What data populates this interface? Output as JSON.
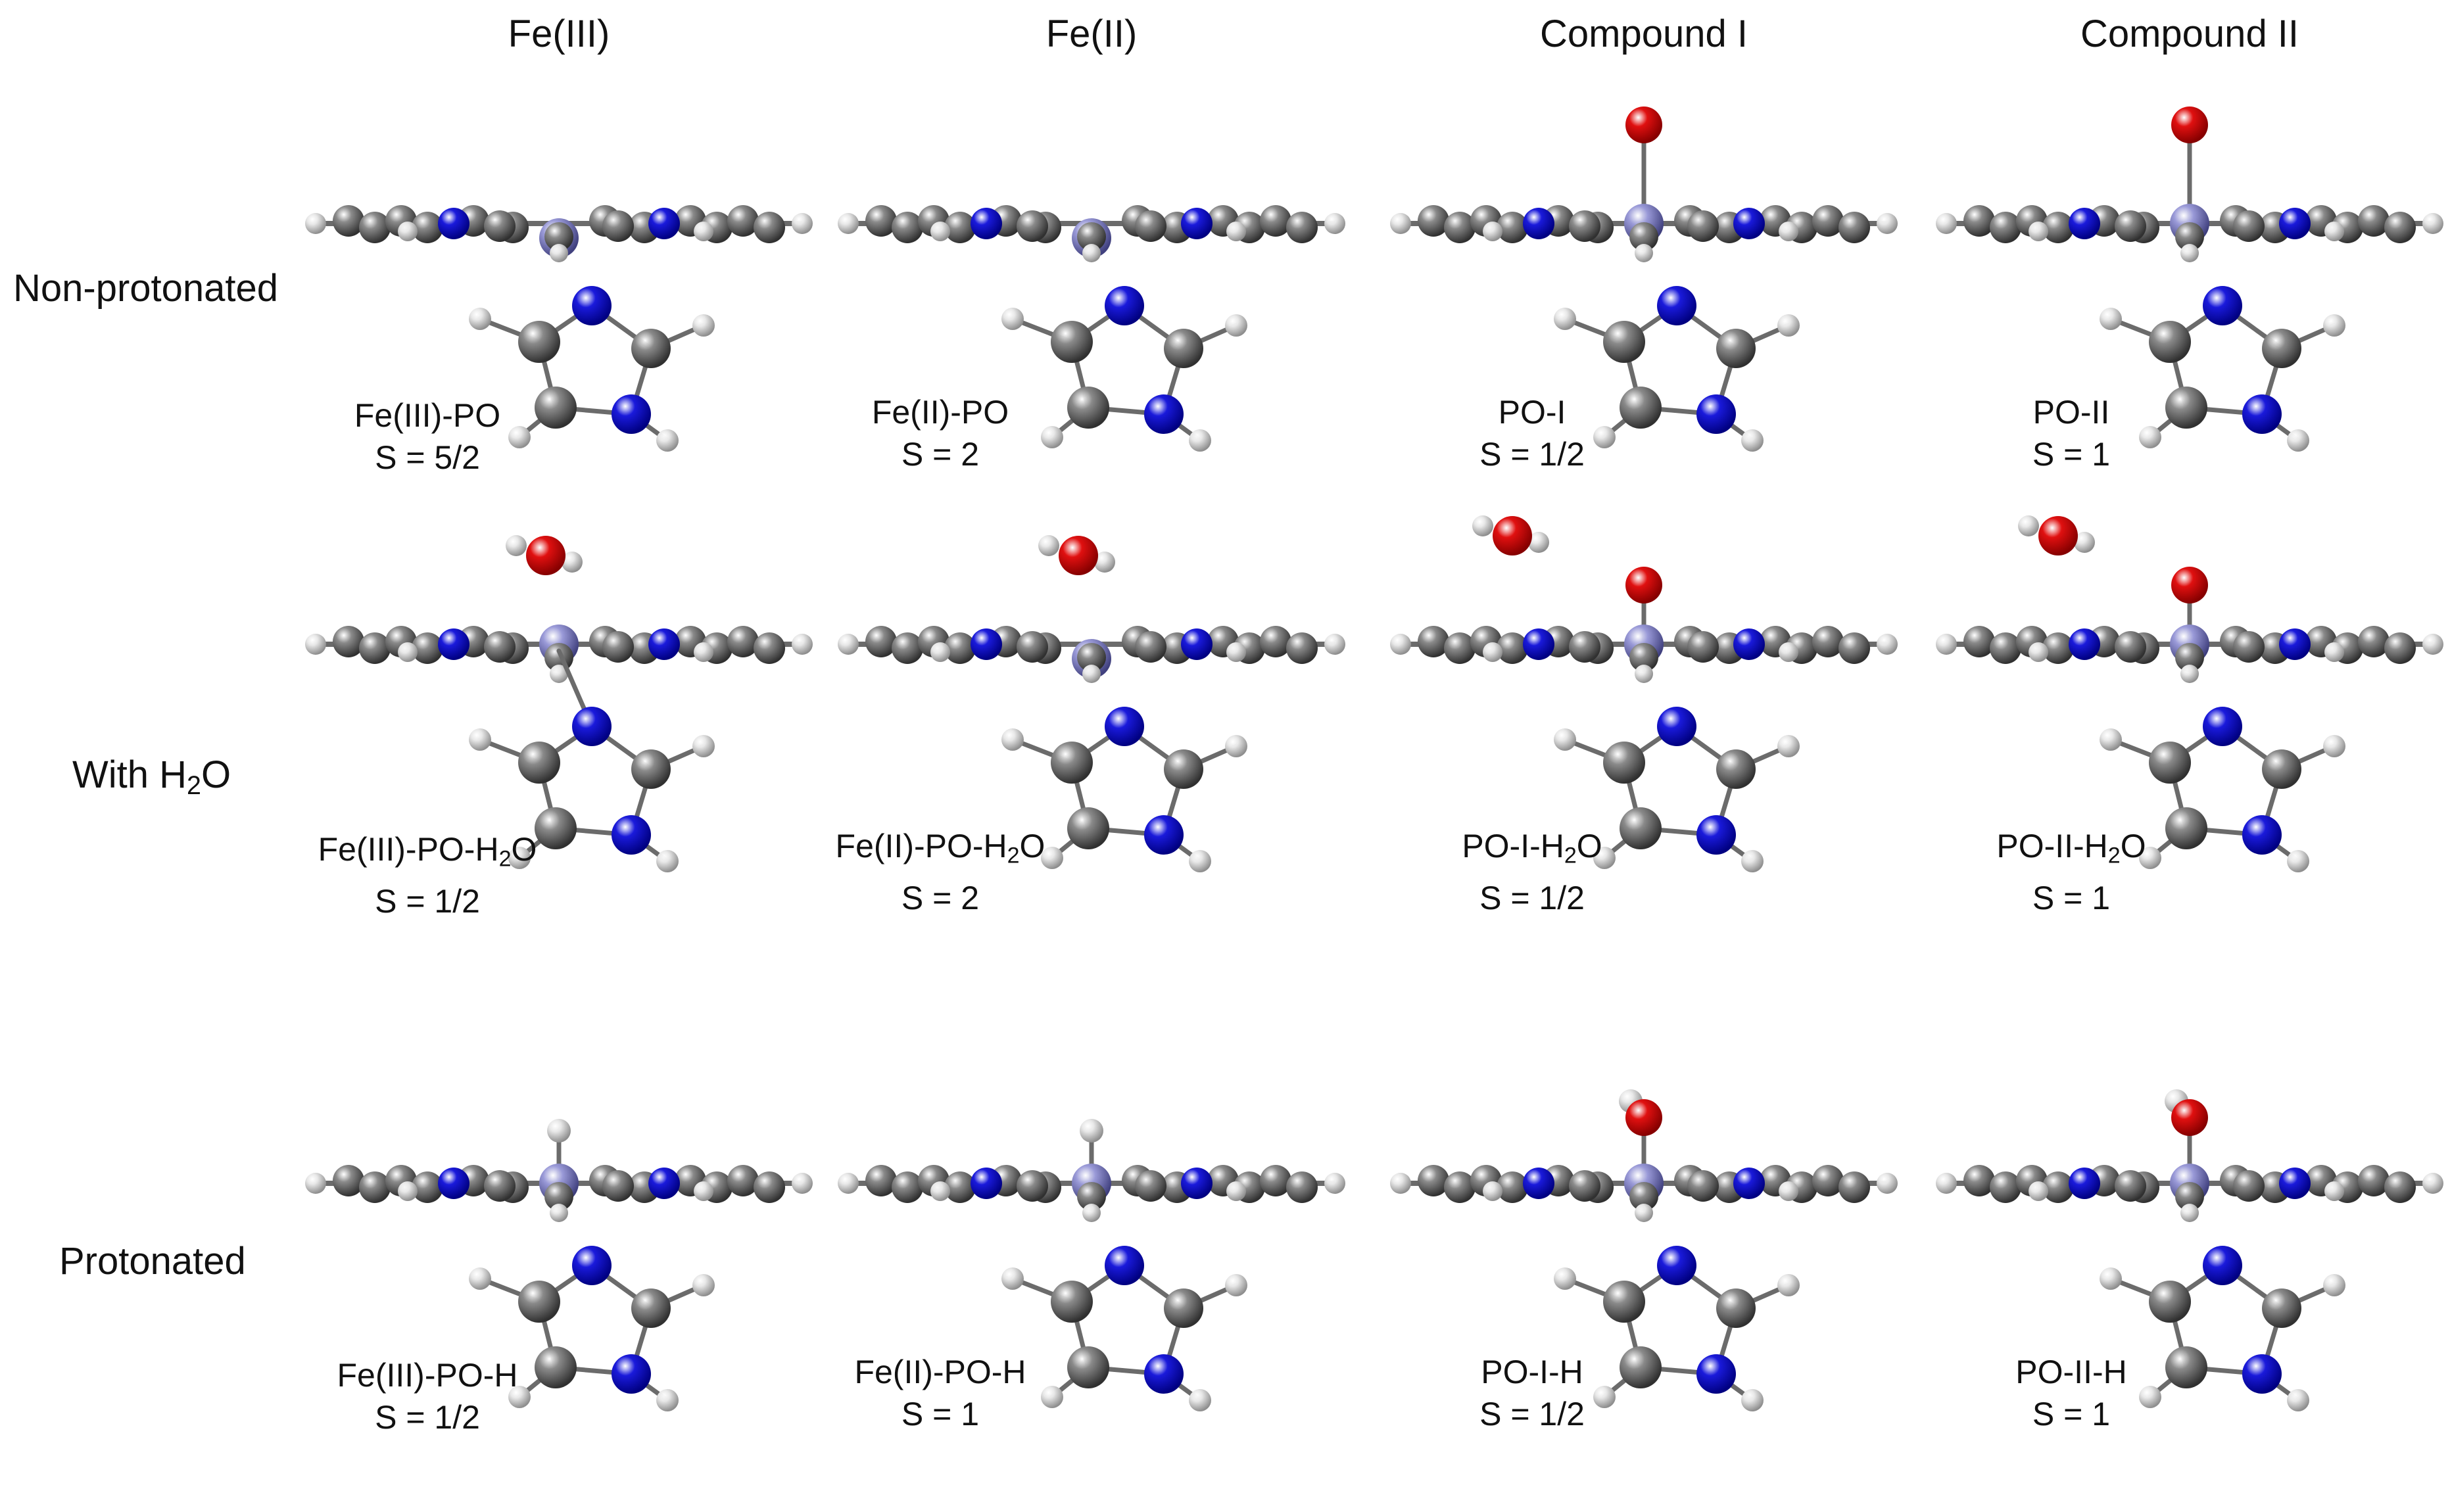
{
  "columns": [
    "Fe(III)",
    "Fe(II)",
    "Compound I",
    "Compound II"
  ],
  "rows": [
    {
      "label": "Non-protonated",
      "label_suffix": ""
    },
    {
      "label": "With H",
      "label_sub": "2",
      "label_suffix": "O"
    },
    {
      "label": "Protonated",
      "label_suffix": ""
    }
  ],
  "structures": [
    [
      {
        "name": "Fe(III)-PO",
        "sub": "",
        "suffix": "",
        "spin": "S = 5/2",
        "axial": "none",
        "water": false,
        "feBelow": true,
        "bond": false
      },
      {
        "name": "Fe(II)-PO",
        "sub": "",
        "suffix": "",
        "spin": "S = 2",
        "axial": "none",
        "water": false,
        "feBelow": true,
        "bond": false
      },
      {
        "name": "PO-I",
        "sub": "",
        "suffix": "",
        "spin": "S = 1/2",
        "axial": "O",
        "water": false,
        "feBelow": false,
        "bond": false
      },
      {
        "name": "PO-II",
        "sub": "",
        "suffix": "",
        "spin": "S = 1",
        "axial": "O",
        "water": false,
        "feBelow": false,
        "bond": false
      }
    ],
    [
      {
        "name": "Fe(III)-PO-H",
        "sub": "2",
        "suffix": "O",
        "spin": "S = 1/2",
        "axial": "none",
        "water": true,
        "feBelow": false,
        "bond": true
      },
      {
        "name": "Fe(II)-PO-H",
        "sub": "2",
        "suffix": "O",
        "spin": "S = 2",
        "axial": "none",
        "water": true,
        "feBelow": true,
        "bond": false
      },
      {
        "name": "PO-I-H",
        "sub": "2",
        "suffix": "O",
        "spin": "S = 1/2",
        "axial": "O",
        "water": true,
        "feBelow": false,
        "bond": false
      },
      {
        "name": "PO-II-H",
        "sub": "2",
        "suffix": "O",
        "spin": "S = 1",
        "axial": "O",
        "water": true,
        "feBelow": false,
        "bond": false
      }
    ],
    [
      {
        "name": "Fe(III)-PO-H",
        "sub": "",
        "suffix": "",
        "spin": "S = 1/2",
        "axial": "H",
        "water": false,
        "feBelow": false,
        "bond": false
      },
      {
        "name": "Fe(II)-PO-H",
        "sub": "",
        "suffix": "",
        "spin": "S = 1",
        "axial": "H",
        "water": false,
        "feBelow": false,
        "bond": false
      },
      {
        "name": "PO-I-H",
        "sub": "",
        "suffix": "",
        "spin": "S = 1/2",
        "axial": "OH",
        "water": false,
        "feBelow": false,
        "bond": false
      },
      {
        "name": "PO-II-H",
        "sub": "",
        "suffix": "",
        "spin": "S = 1",
        "axial": "OH",
        "water": false,
        "feBelow": false,
        "bond": false
      }
    ]
  ],
  "colors": {
    "carbon": "#8a8a8a",
    "nitrogen": "#1a1adb",
    "iron": "#9a9ad8",
    "oxygen": "#e01010",
    "hydrogen": "#e8e8e8"
  }
}
